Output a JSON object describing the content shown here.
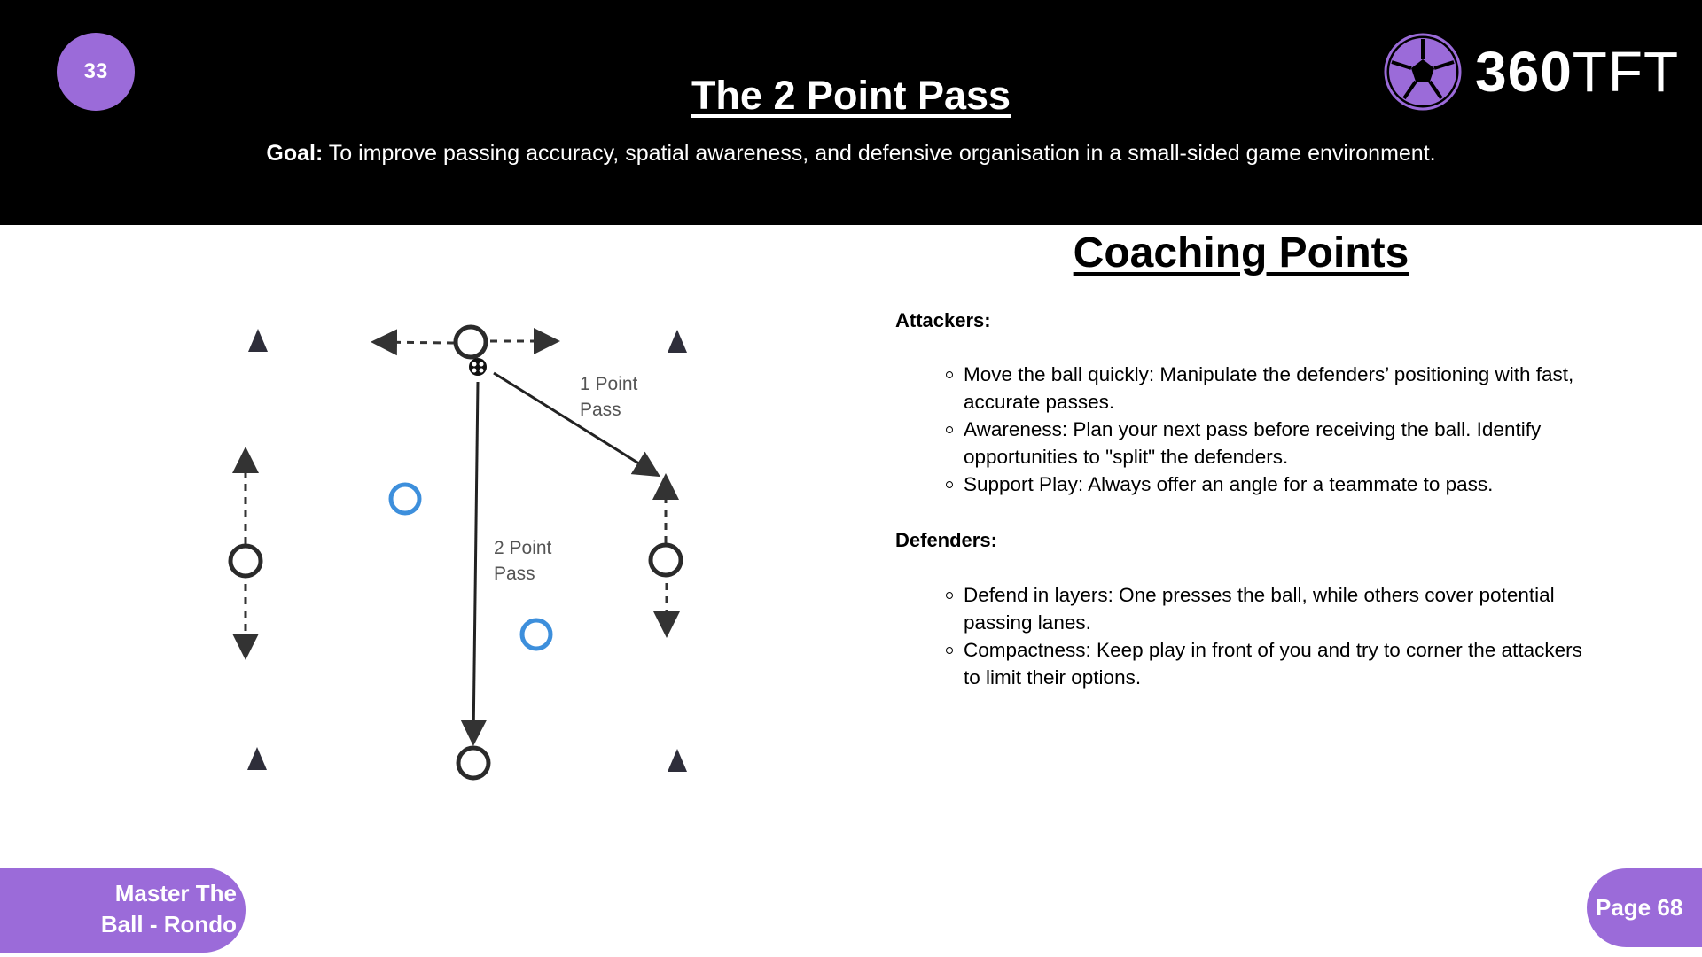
{
  "header": {
    "page_number": "33",
    "title": "The 2 Point Pass",
    "goal_label": "Goal:",
    "goal_text": " To improve passing accuracy, spatial awareness, and defensive organisation in a small-sided game environment.",
    "logo_bold": "360",
    "logo_light": "TFT"
  },
  "diagram": {
    "label_1": [
      "1 Point",
      "Pass"
    ],
    "label_2": [
      "2 Point",
      "Pass"
    ]
  },
  "coaching": {
    "title": "Coaching Points",
    "attackers_heading": "Attackers:",
    "attackers": [
      "Move the ball quickly: Manipulate the defenders’ positioning with fast, accurate passes.",
      "Awareness: Plan your next pass before receiving the ball. Identify opportunities to \"split\" the defenders.",
      "Support Play: Always offer an angle for a teammate to pass."
    ],
    "defenders_heading": "Defenders:",
    "defenders": [
      "Defend in layers: One presses the ball, while others cover potential passing lanes.",
      "Compactness: Keep play in front of you and try to corner the attackers to limit their options."
    ]
  },
  "footer": {
    "section_line1": "Master The",
    "section_line2": "Ball - Rondo",
    "page_label": "Page 68"
  },
  "colors": {
    "accent": "#9b6bd9",
    "defender": "#3d8fdc"
  }
}
